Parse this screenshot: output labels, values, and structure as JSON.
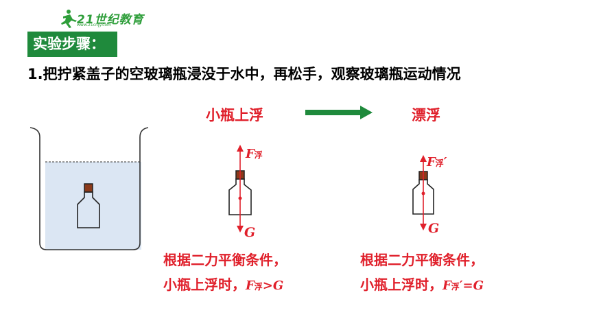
{
  "logo": {
    "text": "21世纪教育",
    "subtext": "www.21cnjy.com"
  },
  "section_tag": "实验步骤：",
  "step_text": "1.把拧紧盖子的空玻璃瓶浸没于水中，再松手，观察玻璃瓶运动情况",
  "state_left": "小瓶上浮",
  "state_right": "漂浮",
  "force_labels": {
    "buoyancy_base": "F",
    "buoyancy_sub": "浮",
    "prime": "′",
    "gravity": "G"
  },
  "conclusion_left": {
    "line1": "根据二力平衡条件，",
    "line2_prefix": "小瓶上浮时，",
    "relation": ">",
    "gravity": "G"
  },
  "conclusion_right": {
    "line1": "根据二力平衡条件，",
    "line2_prefix": "小瓶上浮时，",
    "relation": "′=",
    "gravity": "G"
  },
  "colors": {
    "accent_green": "#1f8a3c",
    "red": "#e0202b",
    "water": "#dbe6f3",
    "cap": "#8b3a1a"
  }
}
